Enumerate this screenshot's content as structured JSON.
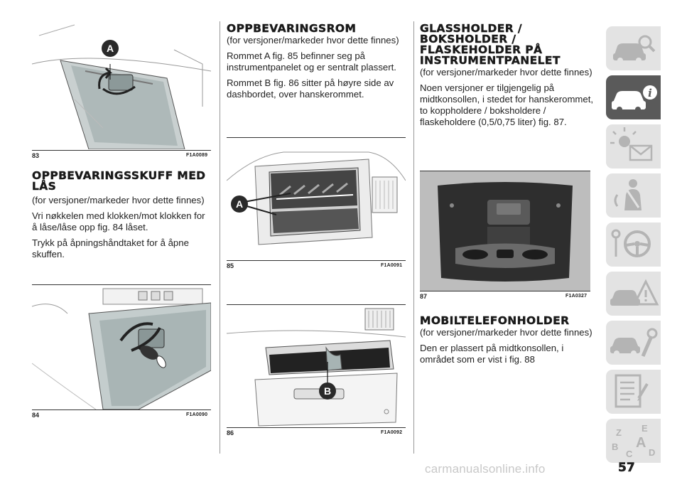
{
  "page_number": "57",
  "watermark": "carmanualsonline.info",
  "figures": {
    "f83": {
      "number": "83",
      "code": "F1A0089",
      "callout": "A"
    },
    "f84": {
      "number": "84",
      "code": "F1A0090"
    },
    "f85": {
      "number": "85",
      "code": "F1A0091",
      "callout": "A"
    },
    "f86": {
      "number": "86",
      "code": "F1A0092",
      "callout": "B"
    },
    "f87": {
      "number": "87",
      "code": "F1A0327"
    }
  },
  "col1": {
    "heading": "OPPBEVARINGSSKUFF MED LÅS",
    "p1": "(for versjoner/markeder hvor dette finnes)",
    "p2": "Vri nøkkelen med klokken/mot klokken for å låse/låse opp fig. 84 låset.",
    "p3": "Trykk på åpningshåndtaket for å åpne skuffen."
  },
  "col2": {
    "heading": "OPPBEVARINGSROM",
    "p1": "(for versjoner/markeder hvor dette finnes)",
    "p2": "Rommet A fig. 85 befinner seg på instrumentpanelet og er sentralt plassert.",
    "p3": "Rommet B fig. 86 sitter på høyre side av dashbordet, over hanskerommet."
  },
  "col3": {
    "heading1": "GLASSHOLDER / BOKSHOLDER / FLASKEHOLDER PÅ INSTRUMENTPANELET",
    "p1": "(for versjoner/markeder hvor dette finnes)",
    "p2": "Noen versjoner er tilgjengelig på midtkonsollen, i stedet for hanskerommet, to koppholdere / boksholdere / flaskeholdere (0,5/0,75 liter) fig. 87.",
    "heading2": "MOBILTELEFONHOLDER",
    "p3": "(for versjoner/markeder hvor dette finnes)",
    "p4": "Den er plassert på midtkonsollen, i området som er vist i fig. 88"
  },
  "tabs": [
    {
      "icon": "car-search-icon",
      "active": false
    },
    {
      "icon": "car-info-icon",
      "active": true
    },
    {
      "icon": "warning-light-envelope-icon",
      "active": false
    },
    {
      "icon": "seatbelt-airbag-icon",
      "active": false
    },
    {
      "icon": "steering-wheel-key-icon",
      "active": false
    },
    {
      "icon": "car-breakdown-triangle-icon",
      "active": false
    },
    {
      "icon": "car-wrench-icon",
      "active": false
    },
    {
      "icon": "checklist-icon",
      "active": false
    },
    {
      "icon": "alphabet-index-icon",
      "active": false
    }
  ],
  "tab_index_letters": [
    "Z",
    "E",
    "B",
    "A",
    "C",
    "D"
  ],
  "colors": {
    "tab_active": "#5a5a5a",
    "tab_inactive": "#e3e3e3",
    "icon_inactive": "#b4b4b4"
  }
}
